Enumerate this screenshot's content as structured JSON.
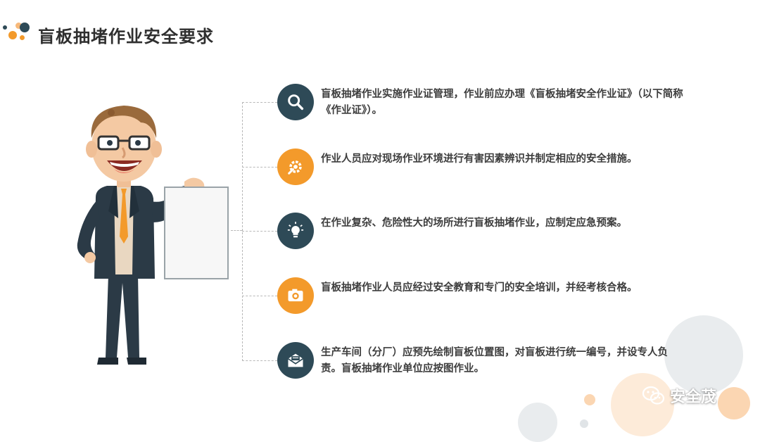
{
  "header": {
    "title": "盲板抽堵作业安全要求"
  },
  "items": [
    {
      "icon": "search-icon",
      "color": "#2e4a57",
      "text": "盲板抽堵作业实施作业证管理，作业前应办理《盲板抽堵安全作业证》（以下简称《作业证》）。"
    },
    {
      "icon": "gear-icon",
      "color": "#f39a2b",
      "text": "作业人员应对现场作业环境进行有害因素辨识并制定相应的安全措施。"
    },
    {
      "icon": "lightbulb-icon",
      "color": "#2e4a57",
      "text": "在作业复杂、危险性大的场所进行盲板抽堵作业，应制定应急预案。"
    },
    {
      "icon": "camera-icon",
      "color": "#f39a2b",
      "text": "盲板抽堵作业人员应经过安全教育和专门的安全培训，并经考核合格。"
    },
    {
      "icon": "envelope-icon",
      "color": "#2e4a57",
      "text": "生产车间（分厂）应预先绘制盲板位置图，对盲板进行统一编号，并设专人负责。盲板抽堵作业单位应按图作业。"
    }
  ],
  "watermark": {
    "icon": "wechat-icon",
    "text": "安全茂"
  },
  "colors": {
    "dark": "#2e4a57",
    "accent": "#f39a2b",
    "deco_gray": "#e8ebed",
    "deco_orange": "#fde6cf"
  }
}
